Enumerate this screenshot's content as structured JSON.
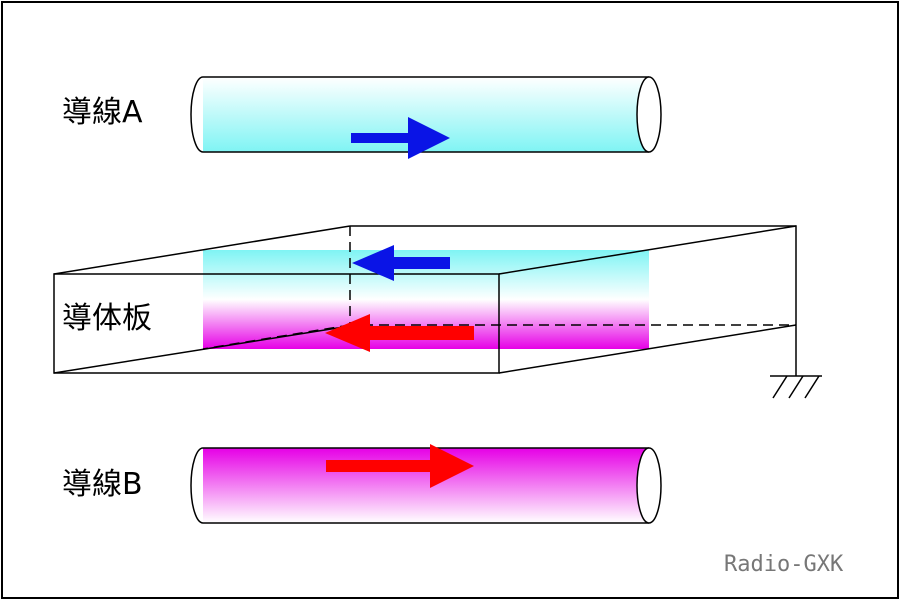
{
  "labels": {
    "wire_a": "導線A",
    "plate": "導体板",
    "wire_b": "導線B"
  },
  "credit": "Radio-GXK",
  "colors": {
    "cyan": "#7FF4F4",
    "magenta": "#E600E6",
    "blue_arrow": "#0A14E6",
    "red_arrow": "#FF0000",
    "frame": "#000000"
  }
}
